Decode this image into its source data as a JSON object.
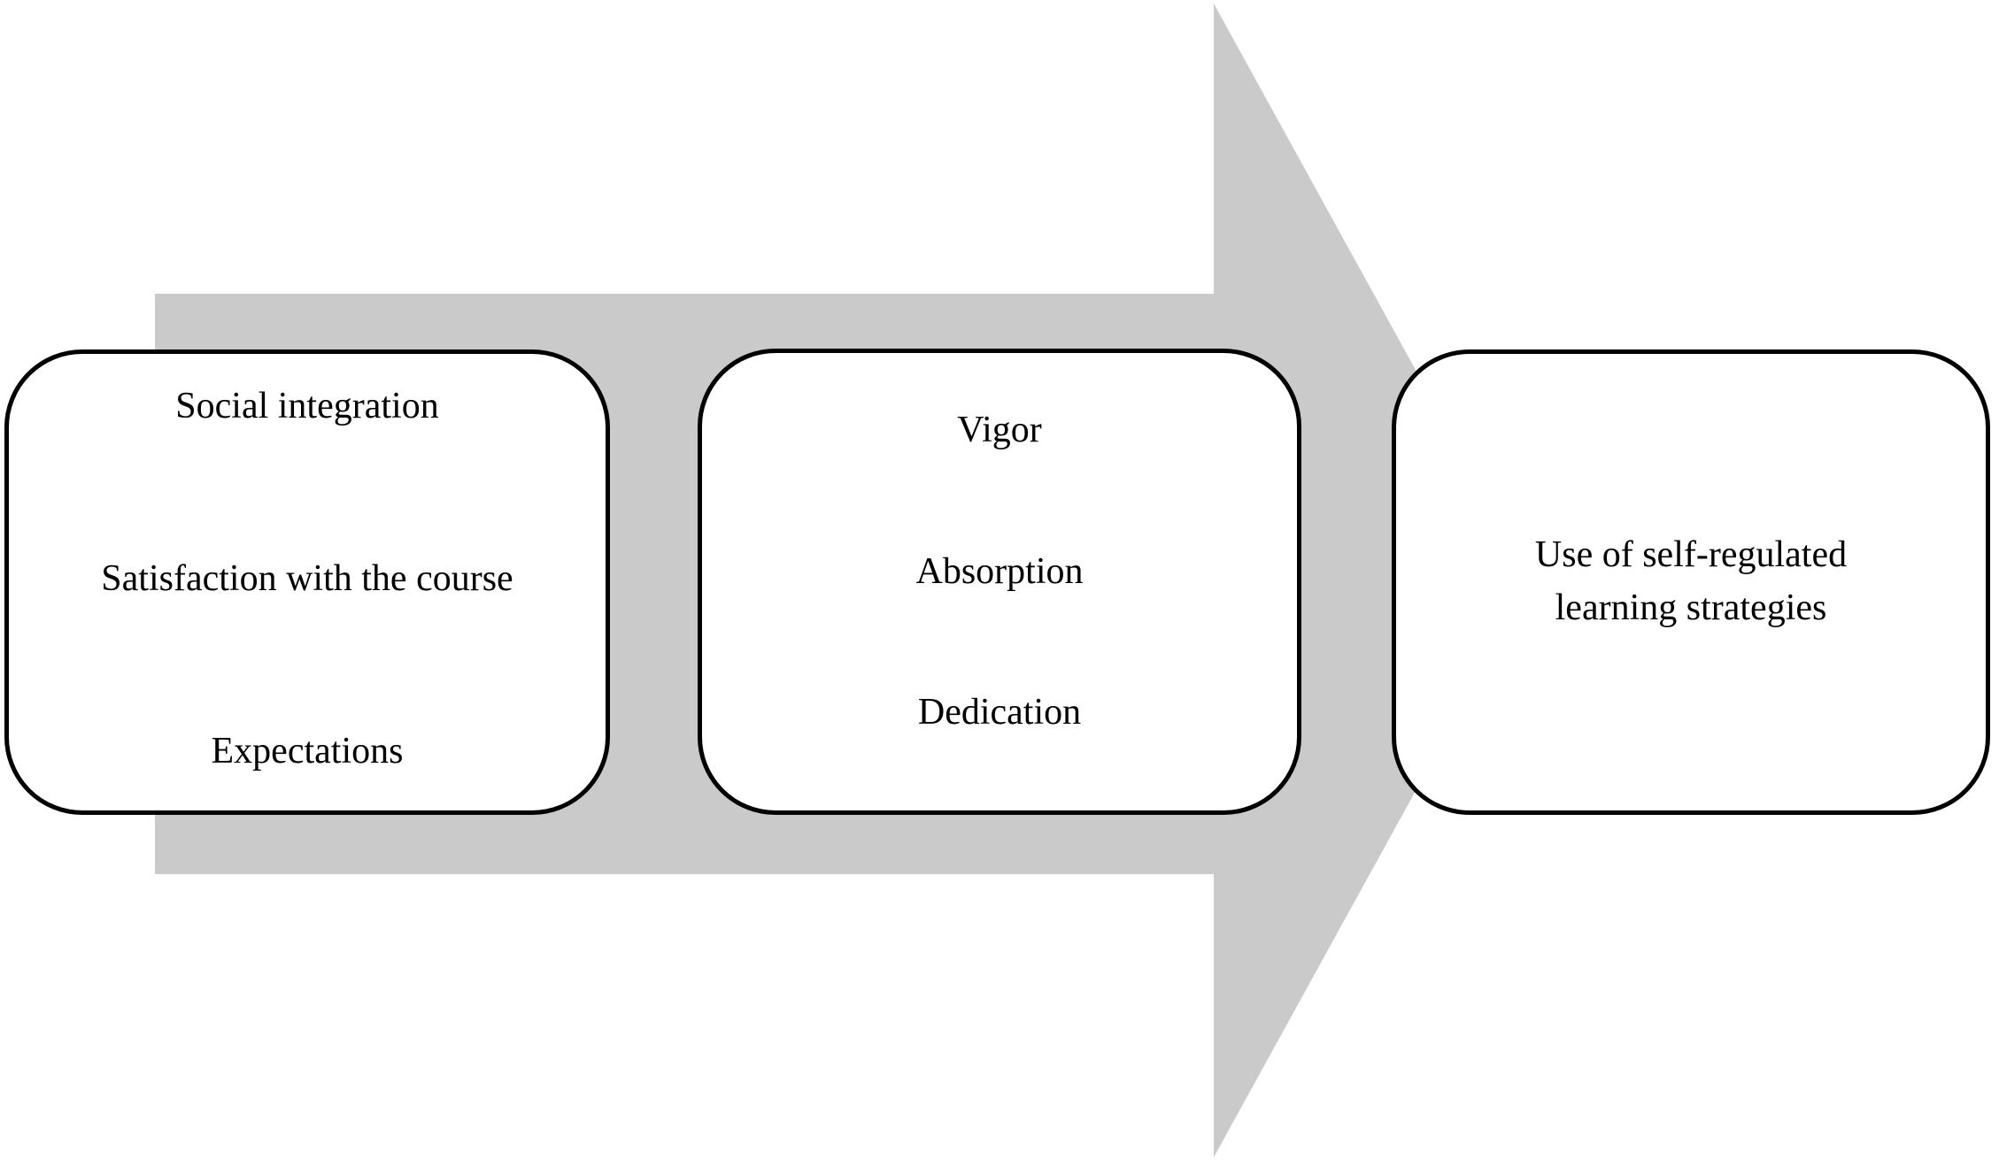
{
  "figure": {
    "type": "flow-diagram",
    "direction": "left-to-right",
    "colors": {
      "arrow_fill": "#cacaca",
      "box_fill": "#ffffff",
      "box_border": "#000000",
      "text": "#000000"
    },
    "arrow": {
      "description": "large gray block arrow pointing right behind all boxes"
    },
    "boxes": [
      {
        "id": "antecedents",
        "items": [
          "Social integration",
          "Satisfaction with the course",
          "Expectations"
        ]
      },
      {
        "id": "engagement-dimensions",
        "items": [
          "Vigor",
          "Absorption",
          "Dedication"
        ]
      },
      {
        "id": "outcome",
        "items": [
          "Use of self-regulated learning strategies"
        ]
      }
    ]
  }
}
